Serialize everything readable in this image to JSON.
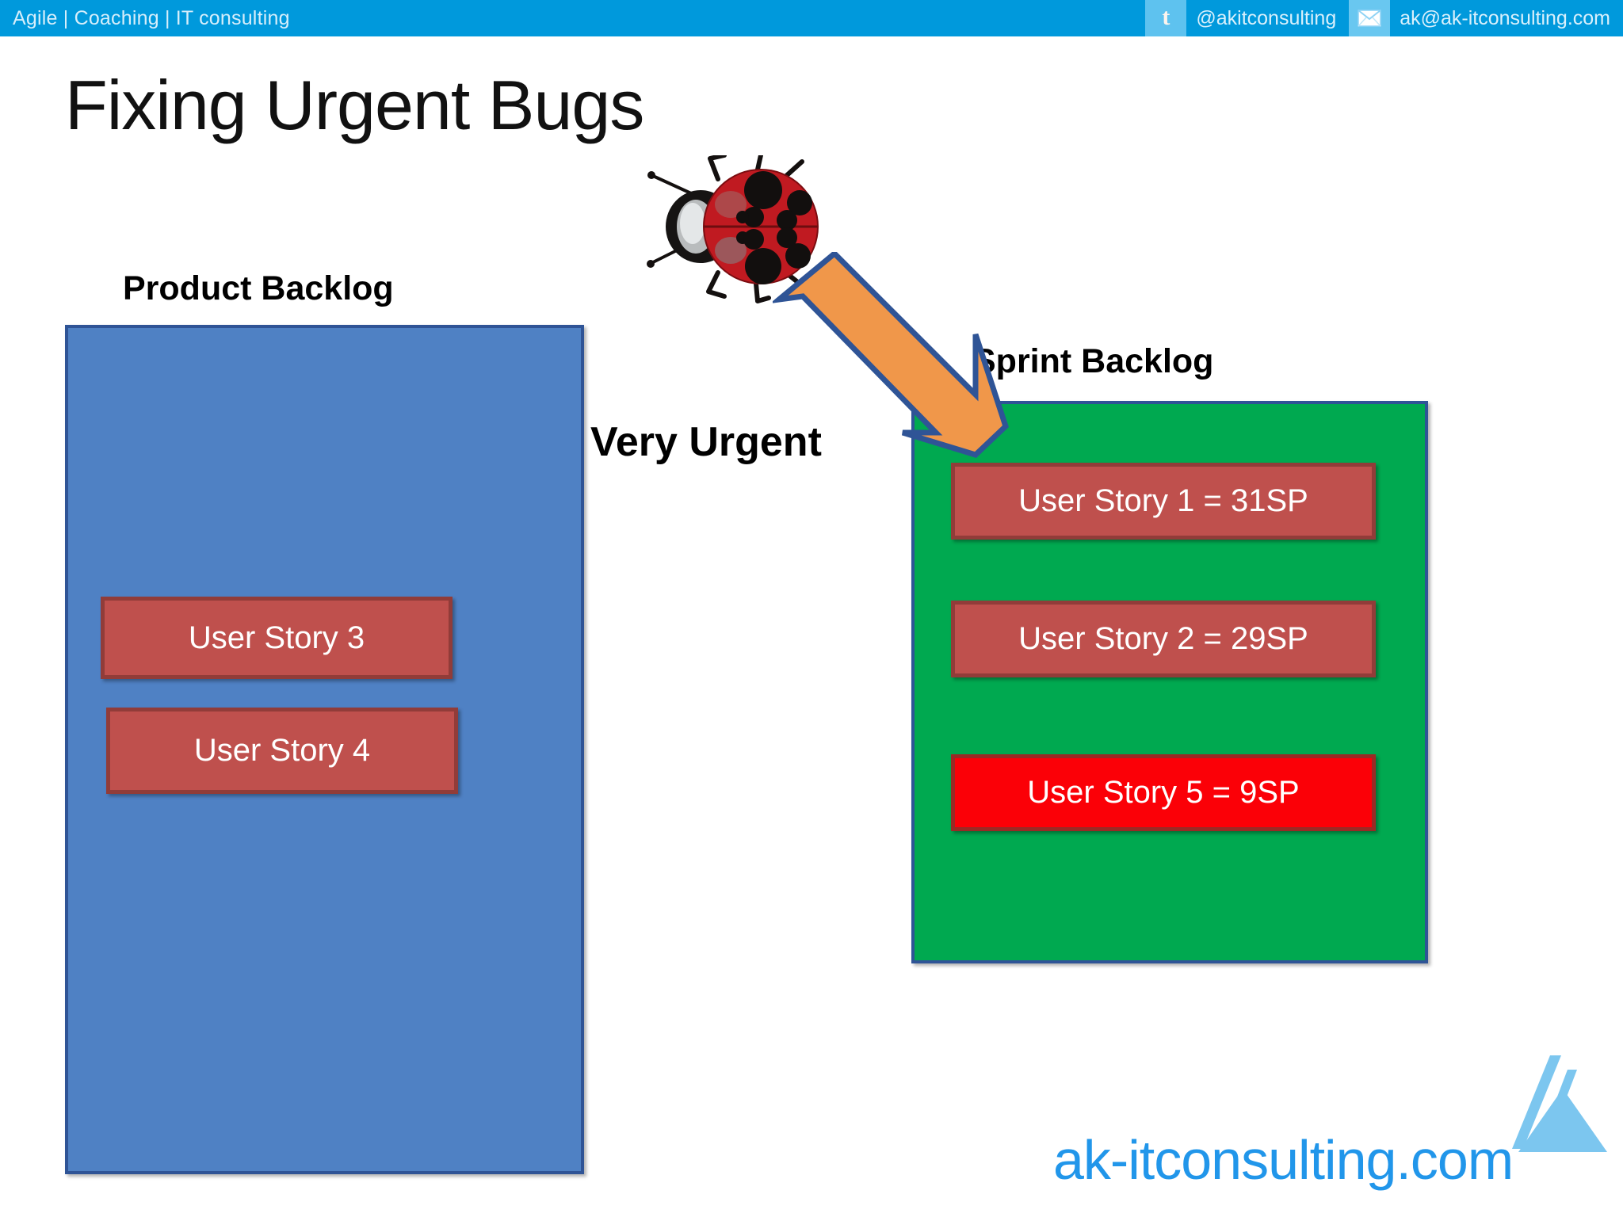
{
  "topbar": {
    "tagline": "Agile | Coaching | IT consulting",
    "twitter": {
      "icon": "twitter-icon",
      "glyph": "t",
      "handle": "@akitconsulting"
    },
    "email": {
      "icon": "envelope-icon",
      "address": "ak@ak-itconsulting.com"
    },
    "background_color": "#0099dc"
  },
  "slide": {
    "title": "Fixing Urgent Bugs",
    "background_color": "#ffffff"
  },
  "product_backlog": {
    "label": "Product Backlog",
    "fill_color": "#4f81c4",
    "border_color": "#2f5496",
    "stories": [
      {
        "text": "User Story 3",
        "fill_color": "#bf504d",
        "urgent": false
      },
      {
        "text": "User Story 4",
        "fill_color": "#bf504d",
        "urgent": false
      }
    ]
  },
  "sprint_backlog": {
    "label": "Sprint Backlog",
    "fill_color": "#00a950",
    "border_color": "#2f5496",
    "stories": [
      {
        "text": "User Story 1 = 31SP",
        "points": 31,
        "fill_color": "#bf504d",
        "urgent": false
      },
      {
        "text": "User Story 2 = 29SP",
        "points": 29,
        "fill_color": "#bf504d",
        "urgent": false
      },
      {
        "text": "User Story 5 = 9SP",
        "points": 9,
        "fill_color": "#fb0007",
        "urgent": true
      }
    ]
  },
  "callout": {
    "urgent_label": "Very Urgent",
    "bug_icon": "ladybug-bug-icon",
    "arrow_icon": "diagonal-arrow-icon",
    "arrow_fill": "#f0974a",
    "arrow_stroke": "#2f5496"
  },
  "footer": {
    "logo_icon": "ak-triangle-logo-icon",
    "logo_color": "#7cc6ef",
    "website": "ak-itconsulting.com",
    "website_color": "#2196ea"
  }
}
